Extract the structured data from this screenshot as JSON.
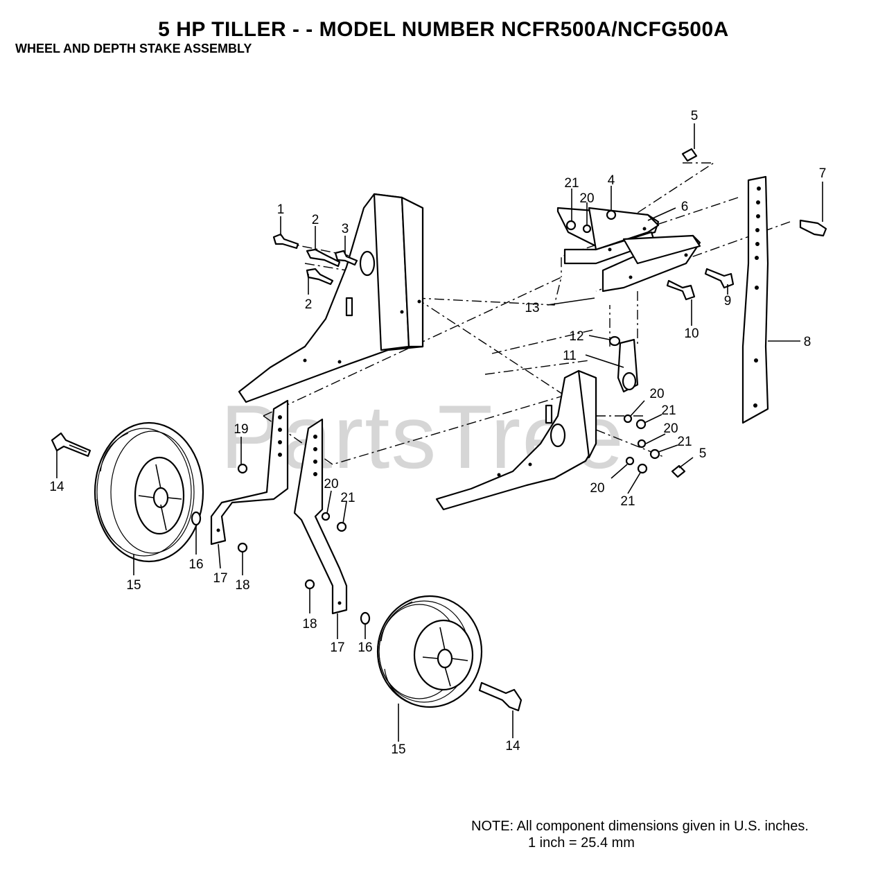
{
  "header": {
    "title": "5 HP TILLER - - MODEL NUMBER NCFR500A/NCFG500A",
    "subtitle": "WHEEL AND DEPTH STAKE ASSEMBLY"
  },
  "watermark": "PartsTree",
  "note": {
    "line1": "NOTE:  All component dimensions given in U.S. inches.",
    "line2": "1 inch = 25.4 mm"
  },
  "callouts": [
    "1",
    "2",
    "2",
    "3",
    "4",
    "5",
    "5",
    "6",
    "7",
    "8",
    "9",
    "10",
    "11",
    "12",
    "13",
    "14",
    "14",
    "15",
    "15",
    "16",
    "16",
    "17",
    "17",
    "18",
    "18",
    "19",
    "20",
    "20",
    "20",
    "20",
    "21",
    "21",
    "21",
    "21"
  ]
}
